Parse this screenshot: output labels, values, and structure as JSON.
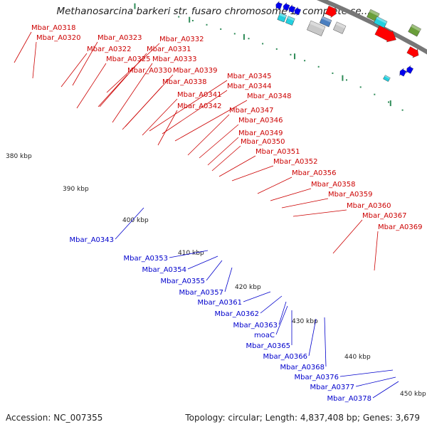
{
  "title": "Methanosarcina barkeri str. fusaro chromosome 1, complete se...",
  "accession": "Accession: NC_007355",
  "topology": "Topology: circular; Length: 4,837,408 bp; Genes: 3,679",
  "colors": {
    "backbone": "#777777",
    "plus_label": "#cc0000",
    "minus_label": "#0000cc",
    "tick": "#228b22",
    "cds_plus": "#ff0000",
    "cds_minus": "#0000ee"
  },
  "ticks": [
    {
      "label": "380 kbp"
    },
    {
      "label": "390 kbp"
    },
    {
      "label": "400 kbp"
    },
    {
      "label": "410 kbp"
    },
    {
      "label": "420 kbp"
    },
    {
      "label": "430 kbp"
    },
    {
      "label": "440 kbp"
    },
    {
      "label": "450 kbp"
    }
  ],
  "plus_labels": [
    "Mbar_A0318",
    "Mbar_A0320",
    "Mbar_A0323",
    "Mbar_A0332",
    "Mbar_A0322",
    "Mbar_A0331",
    "Mbar_A0325",
    "Mbar_A0333",
    "Mbar_A0330",
    "Mbar_A0339",
    "Mbar_A0345",
    "Mbar_A0338",
    "Mbar_A0344",
    "Mbar_A0341",
    "Mbar_A0348",
    "Mbar_A0342",
    "Mbar_A0347",
    "Mbar_A0346",
    "Mbar_A0349",
    "Mbar_A0350",
    "Mbar_A0351",
    "Mbar_A0352",
    "Mbar_A0356",
    "Mbar_A0358",
    "Mbar_A0359",
    "Mbar_A0360",
    "Mbar_A0367",
    "Mbar_A0369"
  ],
  "minus_labels": [
    "Mbar_A0343",
    "Mbar_A0353",
    "Mbar_A0354",
    "Mbar_A0355",
    "Mbar_A0357",
    "Mbar_A0361",
    "Mbar_A0362",
    "Mbar_A0363",
    "moaC",
    "Mbar_A0365",
    "Mbar_A0366",
    "Mbar_A0368",
    "Mbar_A0376",
    "Mbar_A0377",
    "Mbar_A0378"
  ]
}
